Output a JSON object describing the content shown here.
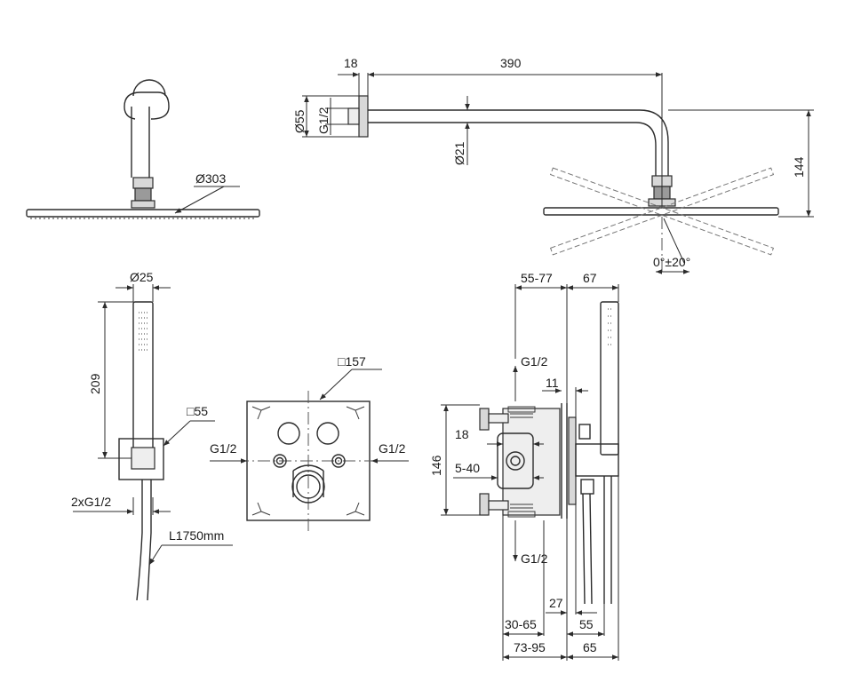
{
  "labels": {
    "head_dia": "Ø303",
    "arm_offset": "18",
    "arm_length": "390",
    "flange_dia": "Ø55",
    "flange_thread": "G1/2",
    "arm_dia": "Ø21",
    "arm_height": "144",
    "tilt": "0°±20°",
    "hand_dia": "Ø25",
    "hand_length": "209",
    "holder_size": "□55",
    "hose_conn": "2xG1/2",
    "hose_length": "L1750mm",
    "plate_size": "□157",
    "inlet_left": "G1/2",
    "inlet_right": "G1/2",
    "depth_range": "55-77",
    "depth_67": "67",
    "outlet_top": "G1/2",
    "outlet_bottom": "G1/2",
    "dim_11": "11",
    "dim_18": "18",
    "dim_146": "146",
    "dim_5_40": "5-40",
    "dim_27": "27",
    "dim_30_65": "30-65",
    "dim_55": "55",
    "dim_73_95": "73-95",
    "dim_65": "65"
  }
}
